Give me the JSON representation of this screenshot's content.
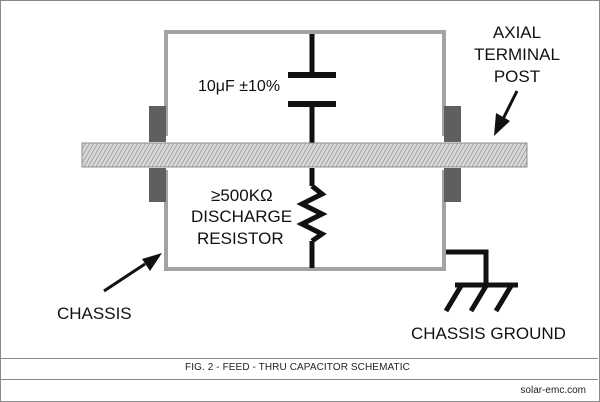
{
  "labels": {
    "capacitor_value": "10μF ±10%",
    "resistor_value": "≥500KΩ",
    "resistor_name_line1": "DISCHARGE",
    "resistor_name_line2": "RESISTOR",
    "terminal_line1": "AXIAL",
    "terminal_line2": "TERMINAL",
    "terminal_line3": "POST",
    "chassis": "CHASSIS",
    "chassis_ground": "CHASSIS GROUND"
  },
  "caption": "FIG. 2 - FEED - THRU CAPACITOR SCHEMATIC",
  "credit": "solar-emc.com",
  "colors": {
    "chassis_line": "#a3a3a3",
    "mount_block": "#5f5f5f",
    "wire": "#111111",
    "rod_fill": "#d9d9d9",
    "rod_hatch": "#8c8c8c"
  },
  "icons": {
    "ground": "chassis-ground-symbol",
    "capacitor": "capacitor-symbol",
    "resistor": "resistor-zigzag-symbol"
  }
}
